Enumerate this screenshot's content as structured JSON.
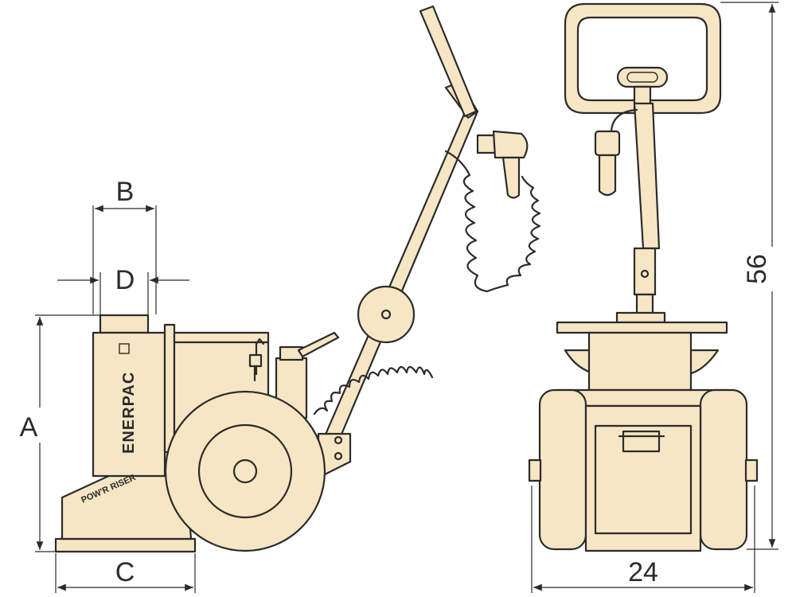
{
  "dimensions": {
    "a": "A",
    "b": "B",
    "c": "C",
    "d": "D",
    "height": "56",
    "width": "24"
  },
  "labels": {
    "brand": "ENERPAC",
    "product": "POW'R RISER"
  },
  "colors": {
    "body": "#f7e6c4",
    "outline": "#2b2b2b"
  }
}
